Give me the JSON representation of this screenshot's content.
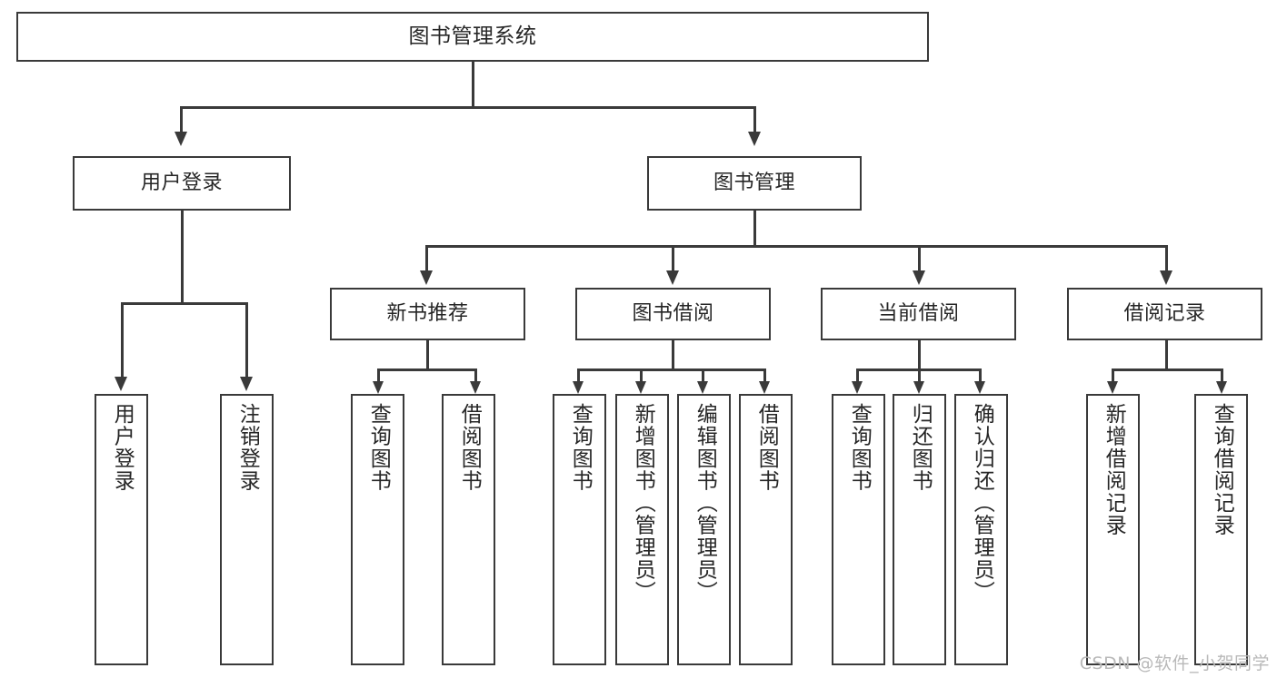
{
  "diagram": {
    "title": "图书管理系统",
    "type": "功能结构图",
    "watermark": "CSDN @软件_小贺同学",
    "colors": {
      "background": "#ffffff",
      "box_border": "#3a3a3a",
      "box_fill": "#ffffff",
      "text": "#262626",
      "connector": "#3a3a3a",
      "watermark": "#b9b9b9"
    }
  },
  "root": {
    "label": "图书管理系统"
  },
  "level2": [
    {
      "label": "用户登录"
    },
    {
      "label": "图书管理"
    }
  ],
  "level3": [
    {
      "label": "新书推荐"
    },
    {
      "label": "图书借阅"
    },
    {
      "label": "当前借阅"
    },
    {
      "label": "借阅记录"
    }
  ],
  "leaves": {
    "user_login": [
      {
        "label": "用户登录"
      },
      {
        "label": "注销登录"
      }
    ],
    "new_book": [
      {
        "label": "查询图书"
      },
      {
        "label": "借阅图书"
      }
    ],
    "book_borrow": [
      {
        "label": "查询图书"
      },
      {
        "label": "新增图书（管理员）"
      },
      {
        "label": "编辑图书（管理员）"
      },
      {
        "label": "借阅图书"
      }
    ],
    "current_borrow": [
      {
        "label": "查询图书"
      },
      {
        "label": "归还图书"
      },
      {
        "label": "确认归还（管理员）"
      }
    ],
    "borrow_record": [
      {
        "label": "新增借阅记录"
      },
      {
        "label": "查询借阅记录"
      }
    ]
  }
}
